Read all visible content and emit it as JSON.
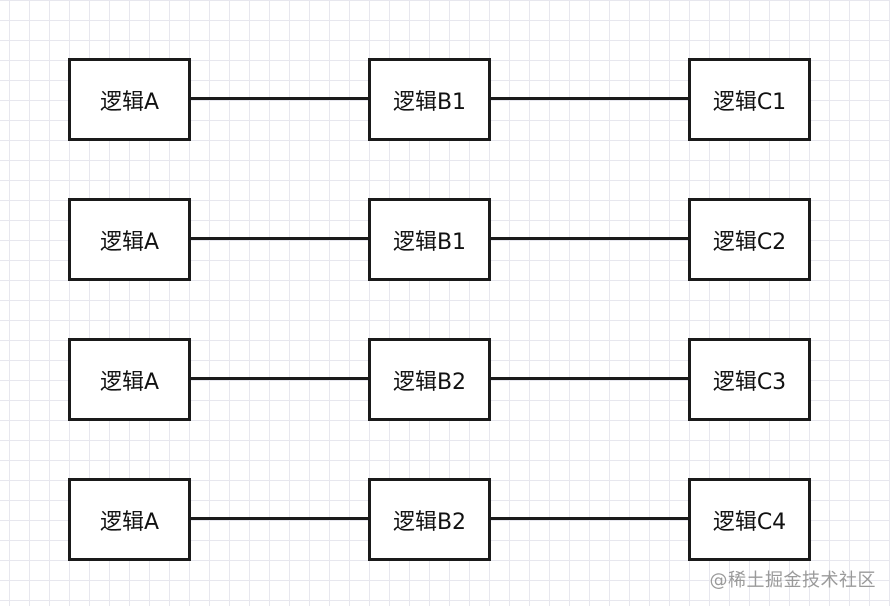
{
  "rows": [
    {
      "a": "逻辑A",
      "b": "逻辑B1",
      "c": "逻辑C1"
    },
    {
      "a": "逻辑A",
      "b": "逻辑B1",
      "c": "逻辑C2"
    },
    {
      "a": "逻辑A",
      "b": "逻辑B2",
      "c": "逻辑C3"
    },
    {
      "a": "逻辑A",
      "b": "逻辑B2",
      "c": "逻辑C4"
    }
  ],
  "watermark": "@稀土掘金技术社区",
  "colors": {
    "grid_line": "#e7e7ee",
    "stroke": "#1a1a1a",
    "watermark_text": "#9a9a9a"
  }
}
